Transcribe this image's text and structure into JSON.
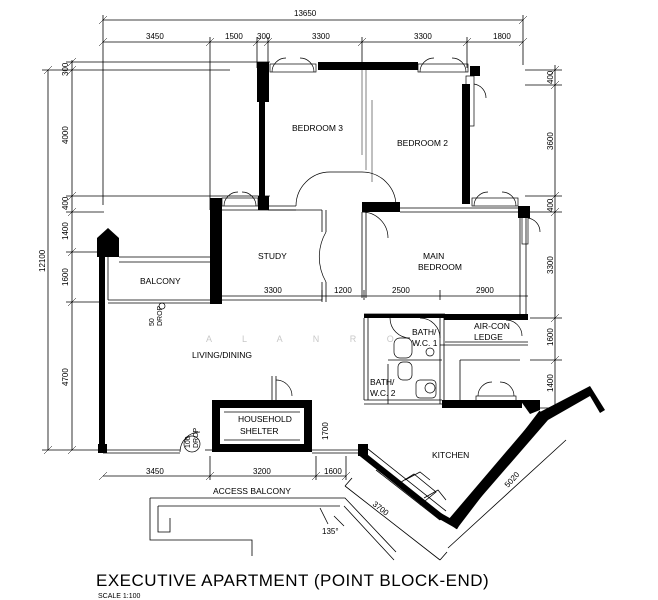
{
  "plan": {
    "title": "EXECUTIVE APARTMENT (POINT BLOCK-END)",
    "scale": "SCALE   1:100",
    "watermark": "A L A N   R O",
    "rooms": {
      "bedroom3": "BEDROOM 3",
      "bedroom2": "BEDROOM 2",
      "main_bedroom_1": "MAIN",
      "main_bedroom_2": "BEDROOM",
      "study": "STUDY",
      "balcony": "BALCONY",
      "living_dining": "LIVING/DINING",
      "household_shelter_1": "HOUSEHOLD",
      "household_shelter_2": "SHELTER",
      "bath_wc1_1": "BATH/",
      "bath_wc1_2": "W.C. 1",
      "bath_wc2_1": "BATH/",
      "bath_wc2_2": "W.C. 2",
      "aircon_1": "AIR-CON",
      "aircon_2": "LEDGE",
      "kitchen": "KITCHEN",
      "access_balcony": "ACCESS   BALCONY"
    },
    "drops": {
      "drop50_a": "50",
      "drop50_b": "DROP",
      "drop100_a": "100",
      "drop100_b": "DROP"
    },
    "dimensions": {
      "top_total": "13650",
      "top": [
        "3450",
        "1500",
        "300",
        "3300",
        "3300",
        "1800"
      ],
      "left_total": "12100",
      "left": [
        "300",
        "4000",
        "400",
        "1400",
        "1600",
        "4700"
      ],
      "right": [
        "400",
        "3600",
        "400",
        "3300",
        "1600",
        "1400"
      ],
      "bottom": [
        "3450",
        "3200",
        "1600"
      ],
      "interior": [
        "3300",
        "1200",
        "2500",
        "2900"
      ],
      "shelter": "1700",
      "kitchen_diag_a": "3700",
      "kitchen_diag_b": "5020",
      "angle": "135°"
    }
  }
}
